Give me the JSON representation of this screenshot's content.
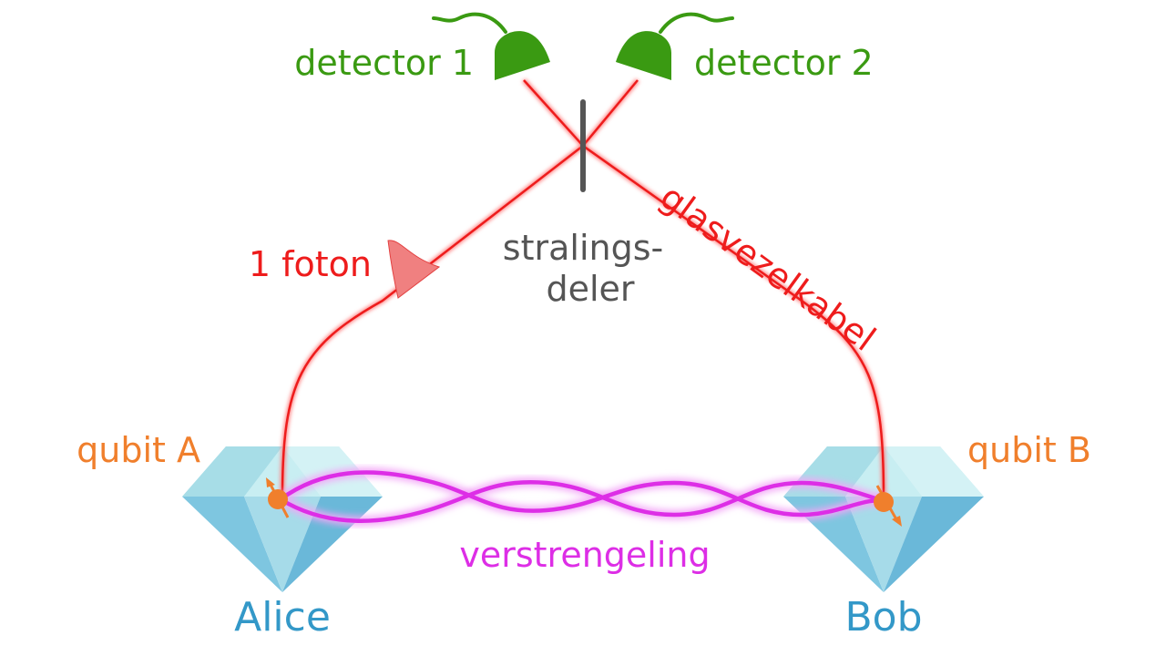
{
  "labels": {
    "detector1": "detector 1",
    "detector2": "detector 2",
    "photon": "1 foton",
    "splitter_line1": "stralings-",
    "splitter_line2": "deler",
    "fiber": "glasvezelkabel",
    "qubitA": "qubit A",
    "qubitB": "qubit B",
    "entanglement": "verstrengeling",
    "alice": "Alice",
    "bob": "Bob"
  },
  "colors": {
    "detector": "#3a9a12",
    "fiber": "#ee1c1c",
    "photon": "#f08080",
    "splitter": "#555555",
    "qubit": "#f07f2c",
    "entanglement": "#dd2ee6",
    "diamond": "#6fc0df",
    "node_label": "#3398c8"
  }
}
